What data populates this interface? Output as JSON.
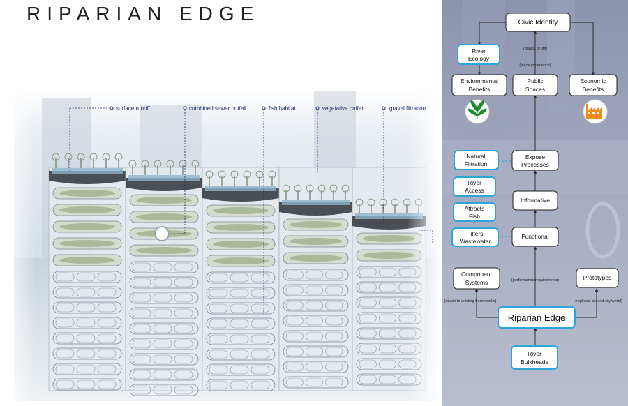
{
  "title": "RIPARIAN EDGE",
  "section": {
    "annotations": [
      {
        "key": "surface_runoff",
        "label": "surface runoff"
      },
      {
        "key": "combined_sewer",
        "label": "combined sewer outfall"
      },
      {
        "key": "fish_habitat",
        "label": "fish habitat"
      },
      {
        "key": "veg_buffer",
        "label": "vegetative buffer"
      },
      {
        "key": "gravel_filtration",
        "label": "gravel filtration"
      }
    ]
  },
  "diagram": {
    "nodes": {
      "civic_identity": "Civic Identity",
      "river_ecology": "River Ecology",
      "environmental_benefits": "Enviornmental Benefits",
      "public_spaces": "Public Spaces",
      "economic_benefits": "Economic Benefits",
      "natural_filtration": "Natural Filtration",
      "expose_processes": "Expose Processes",
      "river_access": "River Access",
      "informative": "Informative",
      "attracts_fish": "Attracts Fish",
      "filters_wastewater": "Filters Wastewater",
      "functional": "Functional",
      "component_systems": "Component Systems",
      "prototypes": "Prototypes",
      "riparian_edge": "Riparian Edge",
      "river_bulkheads": "River Bulkheads"
    },
    "edge_labels": {
      "quality_of_life": "(quality of life)",
      "place_experience": "(place experience)",
      "performance_requirements": "(performance requirements)",
      "attach_frameworks": "(attach to existing frameworks)",
      "replicate": "(replicate around city/world)"
    },
    "icons": [
      "leaf-icon",
      "factory-icon"
    ]
  }
}
